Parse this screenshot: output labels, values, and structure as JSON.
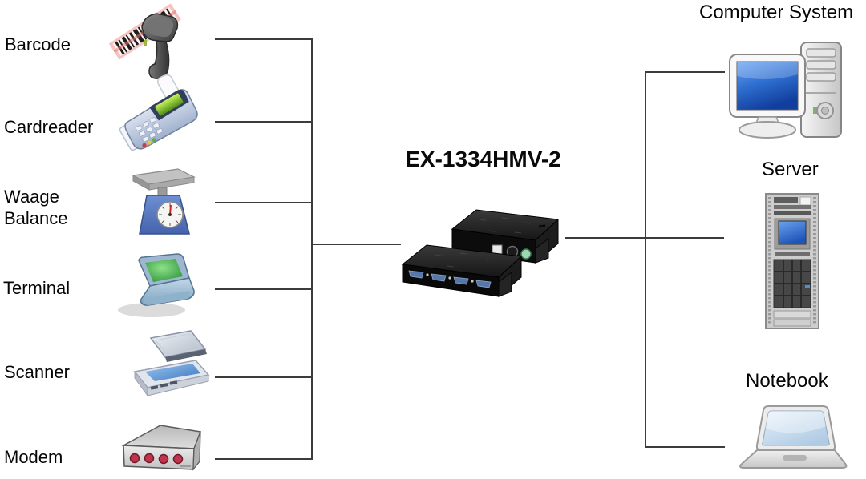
{
  "title": "EX-1334HMV-2",
  "left_devices": [
    {
      "id": "barcode",
      "label": "Barcode"
    },
    {
      "id": "cardreader",
      "label": "Cardreader"
    },
    {
      "id": "waage",
      "label": "Waage\nBalance"
    },
    {
      "id": "terminal",
      "label": "Terminal"
    },
    {
      "id": "scanner",
      "label": "Scanner"
    },
    {
      "id": "modem",
      "label": "Modem"
    }
  ],
  "right_devices": [
    {
      "id": "computer-system",
      "label": "Computer System"
    },
    {
      "id": "server",
      "label": "Server"
    },
    {
      "id": "notebook",
      "label": "Notebook"
    }
  ],
  "colors": {
    "connector_line": "#3c3c3c",
    "background": "#ffffff",
    "text": "#050505",
    "screen_blue": "#2f6fd0",
    "terminal_green": "#3fae49",
    "modem_led_red": "#c2344e",
    "scale_blue": "#5b7fc4",
    "device_black": "#111111",
    "db9_blue": "#5577aa"
  }
}
